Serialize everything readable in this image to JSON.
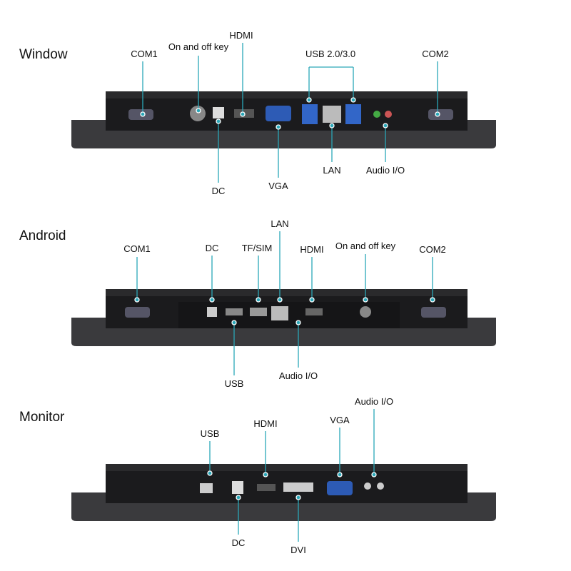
{
  "colors": {
    "callout": "#2aa7b8",
    "body": "#1b1b1d",
    "bezel": "#3a3a3d"
  },
  "sections": {
    "window": {
      "title": "Window",
      "labels": {
        "com1": "COM1",
        "power": "On and off key",
        "hdmi": "HDMI",
        "usb": "USB 2.0/3.0",
        "com2": "COM2",
        "dc": "DC",
        "vga": "VGA",
        "lan": "LAN",
        "audio": "Audio I/O"
      }
    },
    "android": {
      "title": "Android",
      "labels": {
        "com1": "COM1",
        "dc": "DC",
        "tfsim": "TF/SIM",
        "lan": "LAN",
        "hdmi": "HDMI",
        "power": "On and off key",
        "com2": "COM2",
        "usb": "USB",
        "audio": "Audio I/O"
      }
    },
    "monitor": {
      "title": "Monitor",
      "labels": {
        "usb": "USB",
        "hdmi": "HDMI",
        "vga": "VGA",
        "audio": "Audio I/O",
        "dc": "DC",
        "dvi": "DVI"
      }
    }
  }
}
